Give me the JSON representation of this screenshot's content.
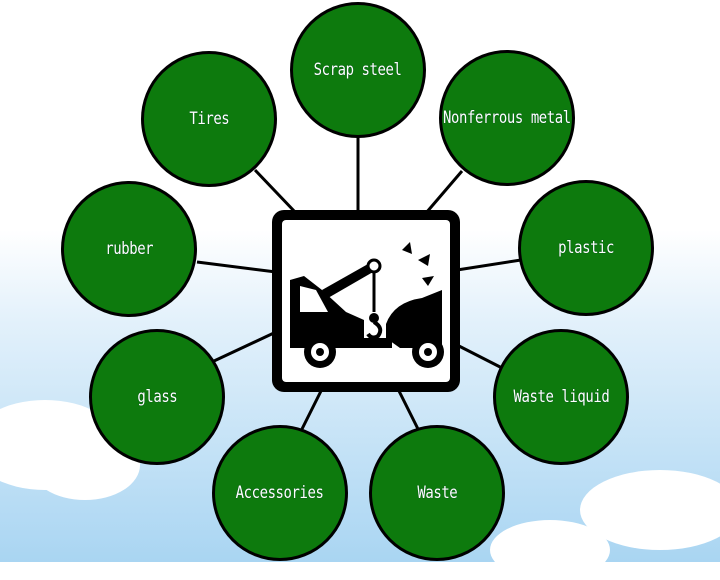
{
  "diagram": {
    "center_icon": "tow-truck-icon",
    "items": [
      {
        "id": "scrap-steel",
        "label": "Scrap steel"
      },
      {
        "id": "nonferrous-metal",
        "label": "Nonferrous metal"
      },
      {
        "id": "plastic",
        "label": "plastic"
      },
      {
        "id": "waste-liquid",
        "label": "Waste liquid"
      },
      {
        "id": "waste",
        "label": "Waste"
      },
      {
        "id": "accessories",
        "label": "Accessories"
      },
      {
        "id": "glass",
        "label": "glass"
      },
      {
        "id": "rubber",
        "label": "rubber"
      },
      {
        "id": "tires",
        "label": "Tires"
      }
    ]
  },
  "colors": {
    "node_fill": "#0d7a0d",
    "outline": "#000000",
    "label": "#ffffff",
    "sky": "#a9d5f2"
  }
}
